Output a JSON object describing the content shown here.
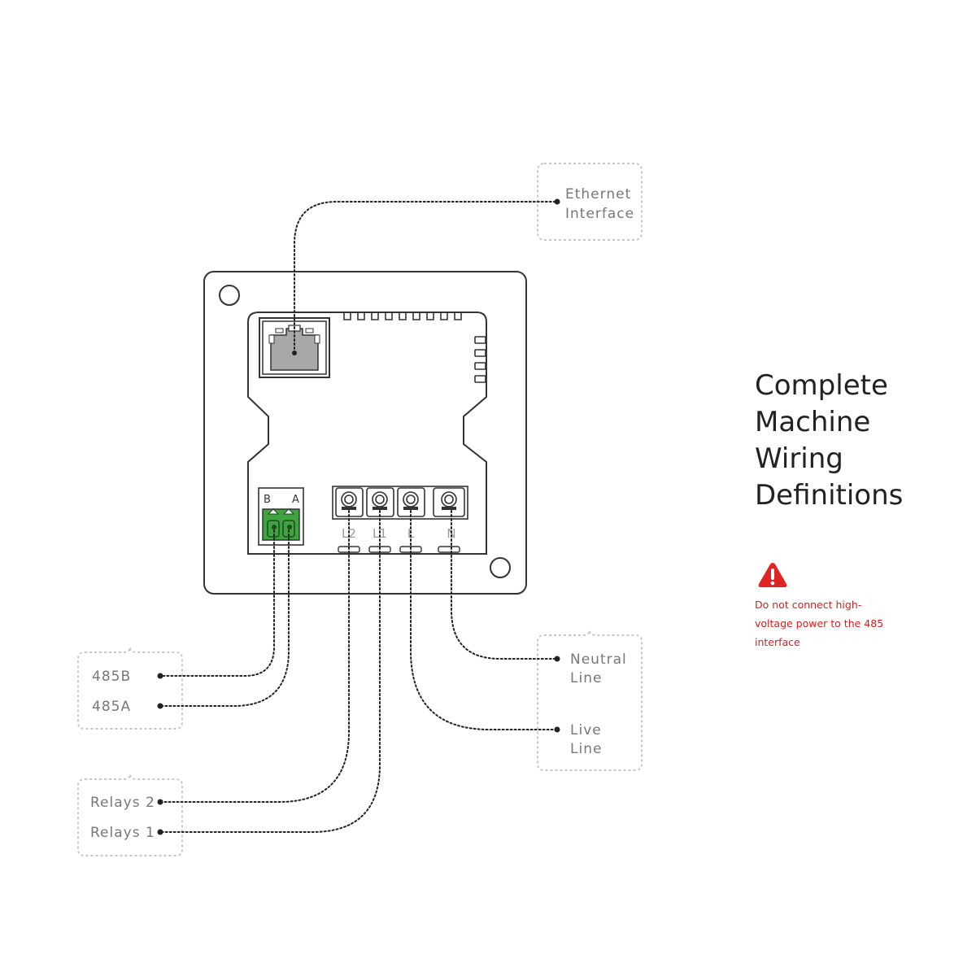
{
  "title_lines": [
    "Complete",
    "Machine",
    "Wiring",
    "Definitions"
  ],
  "warning": {
    "icon": "warning-triangle-icon",
    "text": "Do not connect high-voltage power to the 485 interface",
    "color": "#e02424"
  },
  "labels": {
    "ethernet": [
      "Ethernet",
      "Interface"
    ],
    "rs485b": "485B",
    "rs485a": "485A",
    "relay2": "Relays 2",
    "relay1": "Relays 1",
    "neutral": [
      "Neutral",
      "Line"
    ],
    "live": [
      "Live",
      "Line"
    ]
  },
  "terminals": {
    "b": "B",
    "a": "A",
    "l2": "L2",
    "l1": "L1",
    "l": "L",
    "n": "N"
  },
  "colors": {
    "outline": "#333333",
    "dashed_box": "#c8c8c8",
    "connector_green": "#3fa33f",
    "ethernet_port": "#a8a8a8"
  }
}
